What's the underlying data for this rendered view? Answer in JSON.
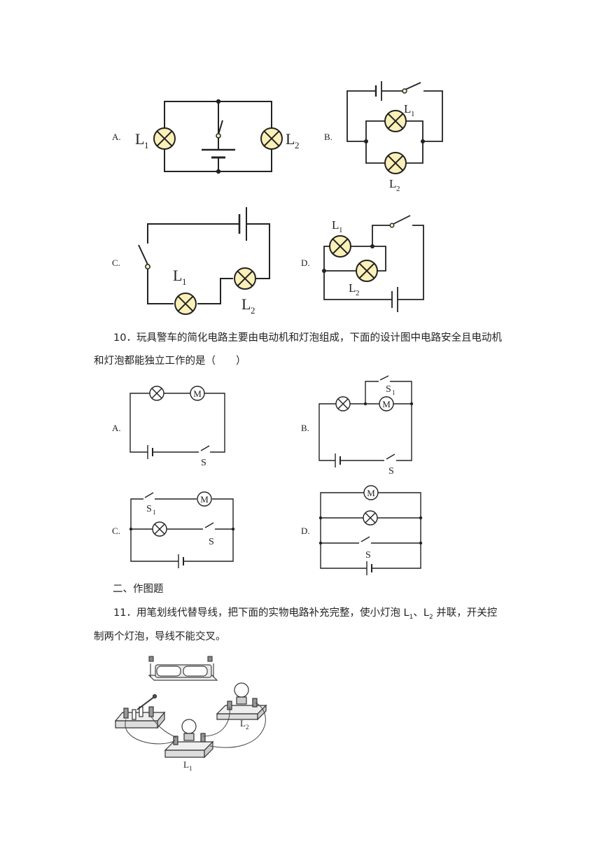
{
  "options": {
    "a": "A.",
    "b": "B.",
    "c": "C.",
    "d": "D."
  },
  "q9": {
    "l1": "L",
    "l2": "L",
    "sub1": "1",
    "sub2": "2"
  },
  "q10": {
    "question_line1": "10．玩具警车的简化电路主要由电动机和灯泡组成，下面的设计图中电路安全且电动机",
    "question_line2": "和灯泡都能独立工作的是（　　）",
    "motor": "M",
    "switch": "S",
    "switch_sub": "1"
  },
  "section": {
    "title": "二、作图题"
  },
  "q11": {
    "line1_a": "11．用笔划线代替导线，把下面的实物电路补充完整，使小灯泡 L",
    "line1_sub1": "1",
    "line1_b": "、L",
    "line1_sub2": "2",
    "line1_c": " 并联，开关控",
    "line2": "制两个灯泡，导线不能交叉。",
    "label_l1": "L",
    "label_l2": "L",
    "sub1": "1",
    "sub2": "2"
  },
  "colors": {
    "bulb_fill": "#fbf0b8",
    "wire": "#222222"
  }
}
